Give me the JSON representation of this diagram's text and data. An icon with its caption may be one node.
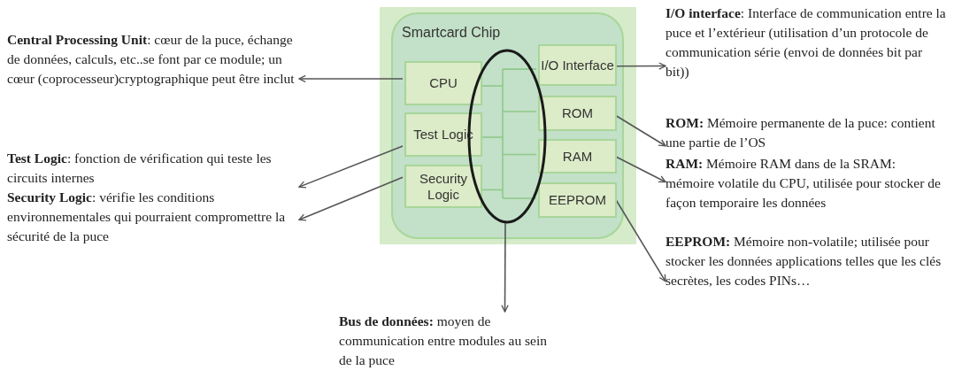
{
  "diagram": {
    "nodes": [
      {
        "text": [
          "Smartcard Chip"
        ]
      },
      {
        "text": [
          "CPU"
        ],
        "in": 0
      },
      {
        "text": [
          "Test Logic"
        ],
        "in": 0
      },
      {
        "text": [
          "Security Logic"
        ],
        "in": 0
      },
      {
        "text": [
          "I/O Interface"
        ],
        "in": 0
      },
      {
        "text": [
          "ROM"
        ],
        "in": 0
      },
      {
        "text": [
          "RAM"
        ],
        "in": 0
      },
      {
        "text": [
          "EEPROM"
        ],
        "in": 0
      },
      {
        "text": [],
        "shape": "ellipse",
        "in": 0
      },
      {
        "text": [
          "**Central Processing Unit**: cœur de la puce, échange de données, calculs, etc..se font par ce module; un cœur (coprocesseur)cryptographique peut être inclut"
        ]
      },
      {
        "text": [
          "**Test Logic**: fonction de vérification qui teste les circuits internes"
        ]
      },
      {
        "text": [
          "**Security Logic**: vérifie les conditions environnementales qui pourraient compromettre la sécurité de la puce"
        ]
      },
      {
        "text": [
          "**I/O interface**: Interface de communication entre la puce et l’extérieur (utilisation d’un protocole de communication série (envoi de données bit par bit))"
        ]
      },
      {
        "text": [
          "**ROM:** Mémoire permanente de la puce: contient une partie de l’OS"
        ]
      },
      {
        "text": [
          "**RAM:** Mémoire RAM dans de la SRAM: mémoire volatile du CPU, utilisée pour stocker de façon temporaire les données"
        ]
      },
      {
        "text": [
          "**EEPROM:** Mémoire non-volatile; utilisée pour stocker les données applications telles que les clés secrètes, les codes PINs…"
        ]
      },
      {
        "text": [
          "**Bus de données:** moyen de communication entre modules au sein de la puce"
        ]
      }
    ],
    "edges": [
      {
        "from": 1,
        "to": 9,
        "arrow": "to"
      },
      {
        "from": 2,
        "to": 10,
        "arrow": "to"
      },
      {
        "from": 3,
        "to": 11,
        "arrow": "to"
      },
      {
        "from": 4,
        "to": 12,
        "arrow": "to"
      },
      {
        "from": 5,
        "to": 13,
        "arrow": "to"
      },
      {
        "from": 6,
        "to": 14,
        "arrow": "to"
      },
      {
        "from": 7,
        "to": 15,
        "arrow": "to"
      },
      {
        "from": 8,
        "to": 16,
        "arrow": "to"
      },
      {
        "from": 1,
        "to": 8,
        "arrow": "none",
        "color": "#8fc98a"
      },
      {
        "from": 2,
        "to": 8,
        "arrow": "none",
        "color": "#8fc98a"
      },
      {
        "from": 3,
        "to": 8,
        "arrow": "none",
        "color": "#8fc98a"
      },
      {
        "from": 4,
        "to": 8,
        "arrow": "none",
        "color": "#8fc98a"
      },
      {
        "from": 5,
        "to": 8,
        "arrow": "none",
        "color": "#8fc98a"
      },
      {
        "from": 6,
        "to": 8,
        "arrow": "none",
        "color": "#8fc98a"
      },
      {
        "from": 7,
        "to": 8,
        "arrow": "none",
        "color": "#8fc98a"
      }
    ]
  }
}
